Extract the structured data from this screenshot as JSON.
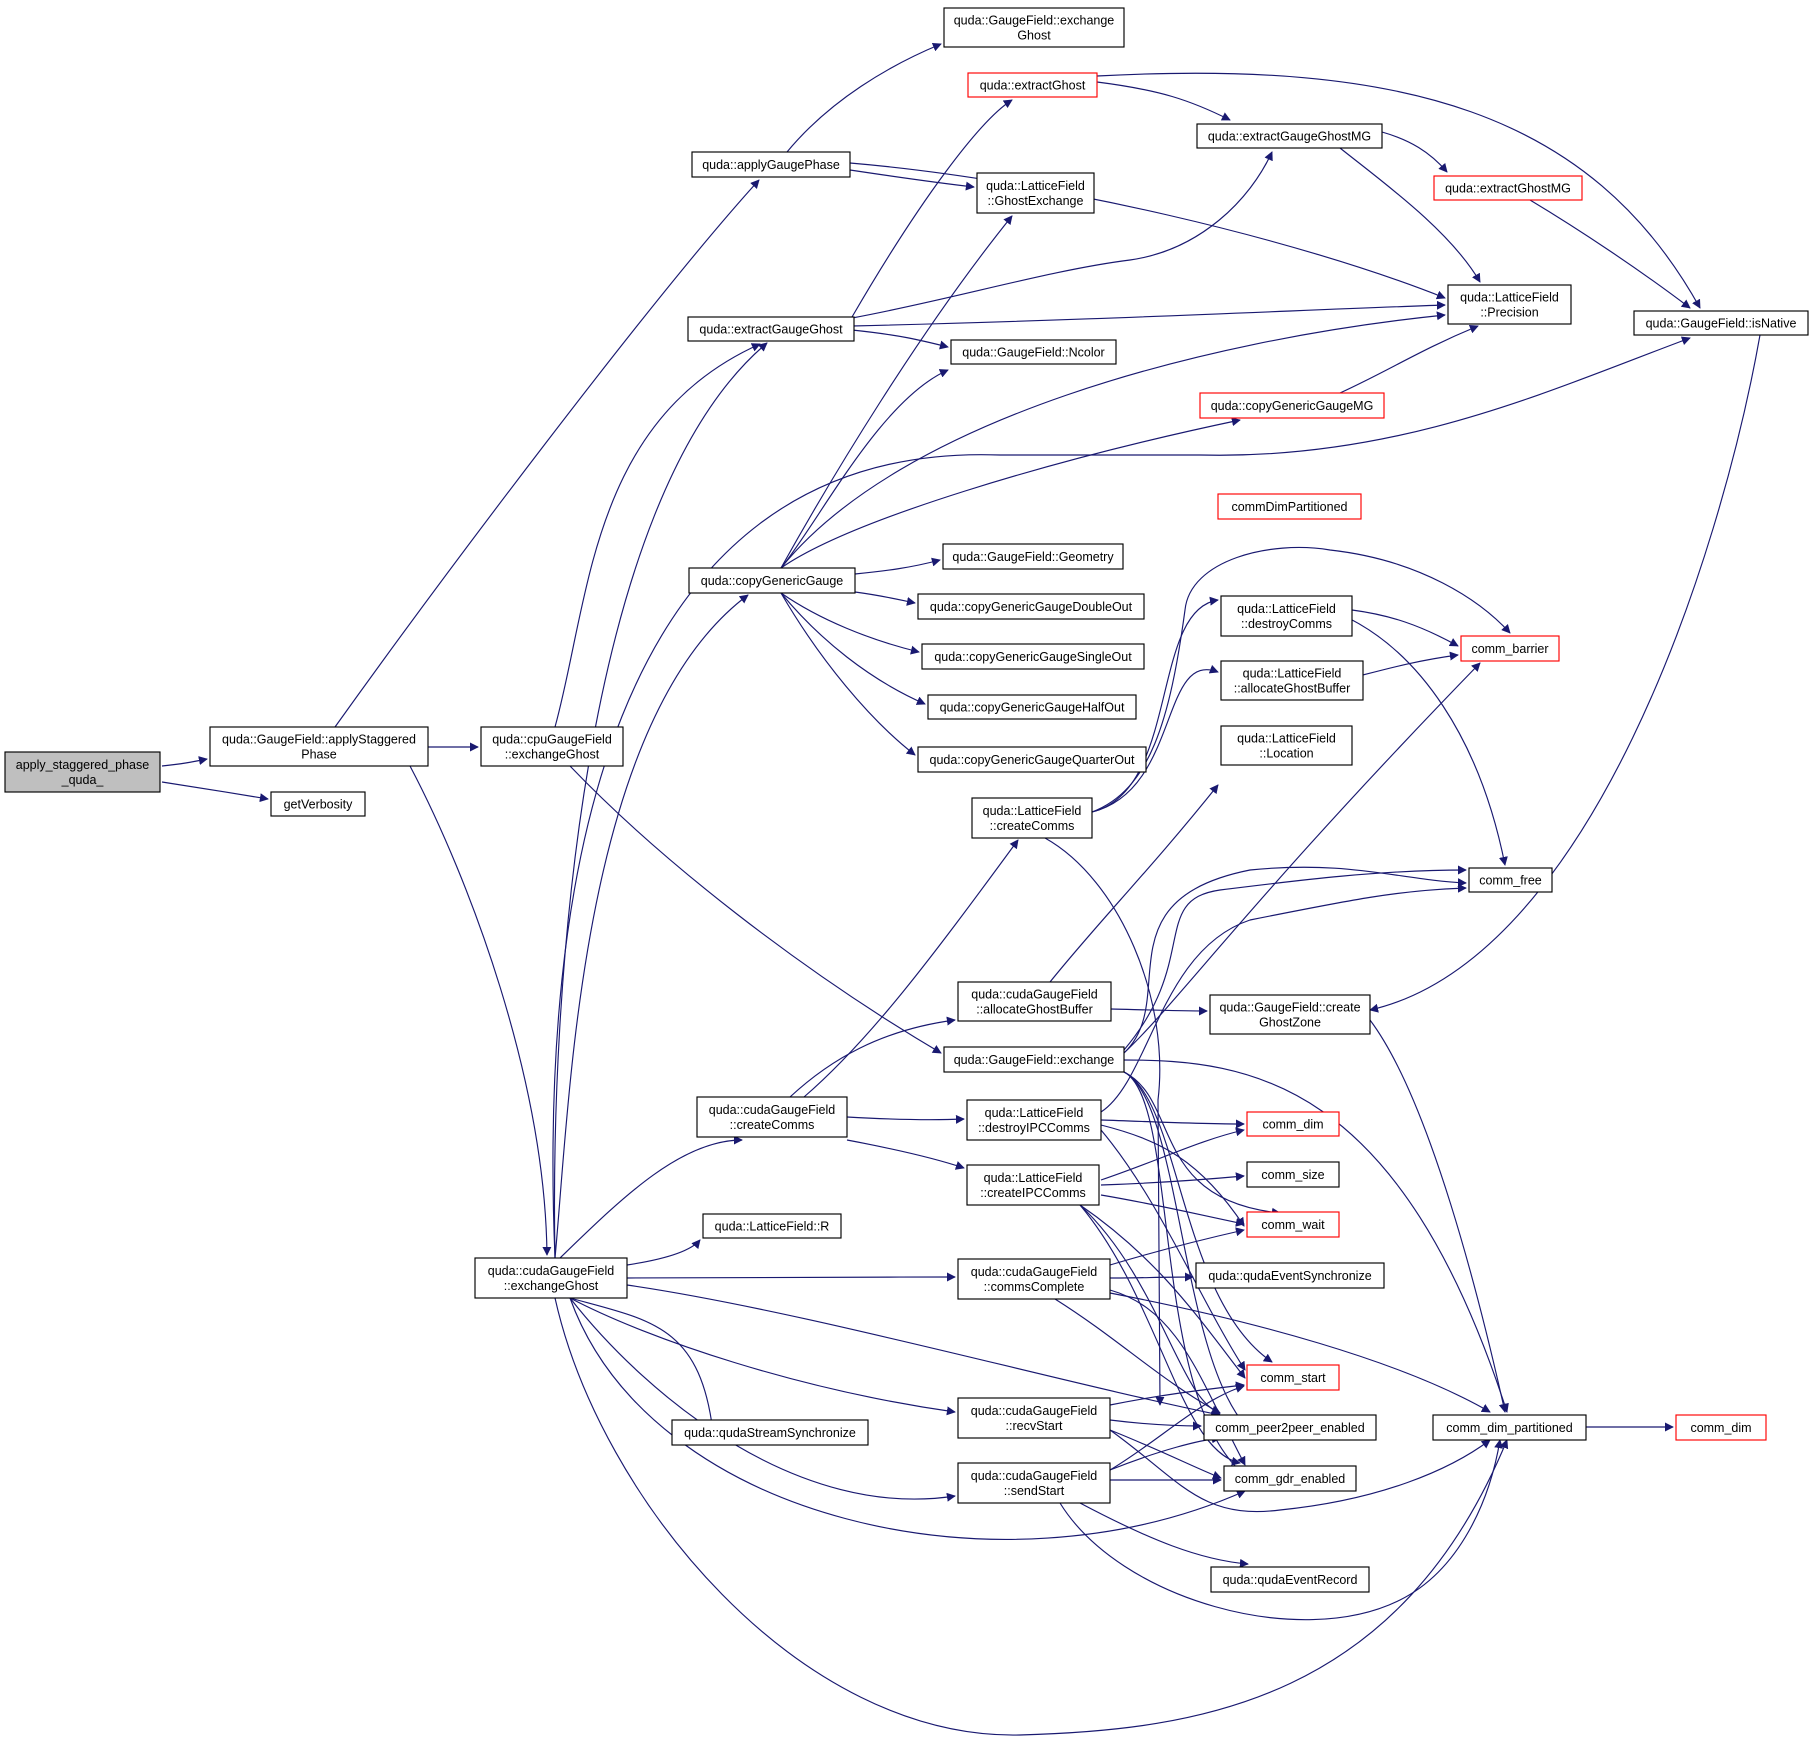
{
  "graph": {
    "colors": {
      "edge": "#191970",
      "node_border": "#000000",
      "truncated_border": "#ff0000",
      "focus_fill": "#bfbfbf",
      "node_fill": "#ffffff"
    },
    "nodes": [
      {
        "id": "apply_staggered",
        "lines": [
          "apply_staggered_phase",
          "_quda_"
        ],
        "style": "focus"
      },
      {
        "id": "applyStaggeredPhase",
        "lines": [
          "quda::GaugeField::applyStaggered",
          "Phase"
        ]
      },
      {
        "id": "getVerbosity",
        "lines": [
          "getVerbosity"
        ]
      },
      {
        "id": "applyGaugePhase",
        "lines": [
          "quda::applyGaugePhase"
        ]
      },
      {
        "id": "cpu_exchangeGhost",
        "lines": [
          "quda::cpuGaugeField",
          "::exchangeGhost"
        ]
      },
      {
        "id": "cuda_exchangeGhost",
        "lines": [
          "quda::cudaGaugeField",
          "::exchangeGhost"
        ]
      },
      {
        "id": "gf_exchangeGhost",
        "lines": [
          "quda::GaugeField::exchange",
          "Ghost"
        ]
      },
      {
        "id": "extractGhost",
        "lines": [
          "quda::extractGhost"
        ],
        "style": "truncated"
      },
      {
        "id": "extractGaugeGhostMG",
        "lines": [
          "quda::extractGaugeGhostMG"
        ]
      },
      {
        "id": "extractGhostMG",
        "lines": [
          "quda::extractGhostMG"
        ],
        "style": "truncated"
      },
      {
        "id": "ghostExchange",
        "lines": [
          "quda::LatticeField",
          "::GhostExchange"
        ]
      },
      {
        "id": "precision",
        "lines": [
          "quda::LatticeField",
          "::Precision"
        ]
      },
      {
        "id": "isNative",
        "lines": [
          "quda::GaugeField::isNative"
        ]
      },
      {
        "id": "extractGaugeGhost",
        "lines": [
          "quda::extractGaugeGhost"
        ]
      },
      {
        "id": "ncolor",
        "lines": [
          "quda::GaugeField::Ncolor"
        ]
      },
      {
        "id": "copyGenericGaugeMG",
        "lines": [
          "quda::copyGenericGaugeMG"
        ],
        "style": "truncated"
      },
      {
        "id": "copyGenericGauge",
        "lines": [
          "quda::copyGenericGauge"
        ]
      },
      {
        "id": "geometry",
        "lines": [
          "quda::GaugeField::Geometry"
        ]
      },
      {
        "id": "cgDouble",
        "lines": [
          "quda::copyGenericGaugeDoubleOut"
        ]
      },
      {
        "id": "cgSingle",
        "lines": [
          "quda::copyGenericGaugeSingleOut"
        ]
      },
      {
        "id": "cgHalf",
        "lines": [
          "quda::copyGenericGaugeHalfOut"
        ]
      },
      {
        "id": "cgQuarter",
        "lines": [
          "quda::copyGenericGaugeQuarterOut"
        ]
      },
      {
        "id": "commDimPartitioned",
        "lines": [
          "commDimPartitioned"
        ],
        "style": "truncated"
      },
      {
        "id": "destroyComms",
        "lines": [
          "quda::LatticeField",
          "::destroyComms"
        ]
      },
      {
        "id": "comm_barrier",
        "lines": [
          "comm_barrier"
        ],
        "style": "truncated"
      },
      {
        "id": "allocateGhostBuffer",
        "lines": [
          "quda::LatticeField",
          "::allocateGhostBuffer"
        ]
      },
      {
        "id": "location",
        "lines": [
          "quda::LatticeField",
          "::Location"
        ]
      },
      {
        "id": "lf_createComms",
        "lines": [
          "quda::LatticeField",
          "::createComms"
        ]
      },
      {
        "id": "comm_free",
        "lines": [
          "comm_free"
        ]
      },
      {
        "id": "cuda_allocateGhostBuffer",
        "lines": [
          "quda::cudaGaugeField",
          "::allocateGhostBuffer"
        ]
      },
      {
        "id": "createGhostZone",
        "lines": [
          "quda::GaugeField::create",
          "GhostZone"
        ]
      },
      {
        "id": "gf_exchange",
        "lines": [
          "quda::GaugeField::exchange"
        ]
      },
      {
        "id": "cuda_createComms",
        "lines": [
          "quda::cudaGaugeField",
          "::createComms"
        ]
      },
      {
        "id": "destroyIPCComms",
        "lines": [
          "quda::LatticeField",
          "::destroyIPCComms"
        ]
      },
      {
        "id": "comm_dim_1",
        "lines": [
          "comm_dim"
        ],
        "style": "truncated"
      },
      {
        "id": "createIPCComms",
        "lines": [
          "quda::LatticeField",
          "::createIPCComms"
        ]
      },
      {
        "id": "comm_size",
        "lines": [
          "comm_size"
        ]
      },
      {
        "id": "comm_wait",
        "lines": [
          "comm_wait"
        ],
        "style": "truncated"
      },
      {
        "id": "lf_R",
        "lines": [
          "quda::LatticeField::R"
        ]
      },
      {
        "id": "commsComplete",
        "lines": [
          "quda::cudaGaugeField",
          "::commsComplete"
        ]
      },
      {
        "id": "qudaEventSynchronize",
        "lines": [
          "quda::qudaEventSynchronize"
        ]
      },
      {
        "id": "comm_start",
        "lines": [
          "comm_start"
        ],
        "style": "truncated"
      },
      {
        "id": "recvStart",
        "lines": [
          "quda::cudaGaugeField",
          "::recvStart"
        ]
      },
      {
        "id": "qudaStreamSynchronize",
        "lines": [
          "quda::qudaStreamSynchronize"
        ]
      },
      {
        "id": "comm_peer2peer_enabled",
        "lines": [
          "comm_peer2peer_enabled"
        ]
      },
      {
        "id": "comm_dim_partitioned",
        "lines": [
          "comm_dim_partitioned"
        ]
      },
      {
        "id": "comm_dim_2",
        "lines": [
          "comm_dim"
        ],
        "style": "truncated"
      },
      {
        "id": "sendStart",
        "lines": [
          "quda::cudaGaugeField",
          "::sendStart"
        ]
      },
      {
        "id": "comm_gdr_enabled",
        "lines": [
          "comm_gdr_enabled"
        ]
      },
      {
        "id": "qudaEventRecord",
        "lines": [
          "quda::qudaEventRecord"
        ]
      }
    ]
  }
}
